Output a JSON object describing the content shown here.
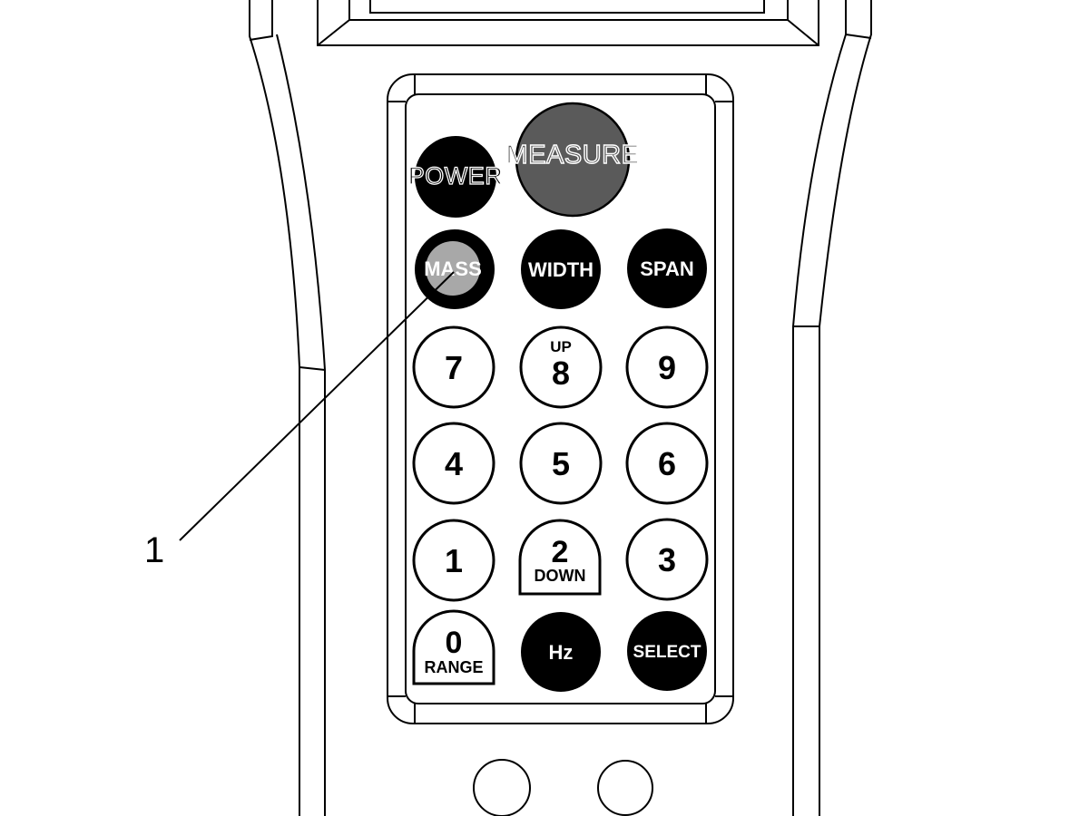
{
  "callout": {
    "number": "1"
  },
  "keypad": {
    "power": "POWER",
    "measure": "MEASURE",
    "mass": "MASS",
    "width": "WIDTH",
    "span": "SPAN",
    "key7": "7",
    "key8": "8",
    "key8_sub": "UP",
    "key9": "9",
    "key4": "4",
    "key5": "5",
    "key6": "6",
    "key1": "1",
    "key2": "2",
    "key2_sub": "DOWN",
    "key3": "3",
    "key0": "0",
    "key0_sub": "RANGE",
    "hz": "Hz",
    "select": "SELECT"
  },
  "colors": {
    "stroke": "#000000",
    "key_dark": "#000000",
    "measure_fill": "#5a5a5a",
    "mass_highlight": "#a8a8a8",
    "background": "#ffffff"
  }
}
